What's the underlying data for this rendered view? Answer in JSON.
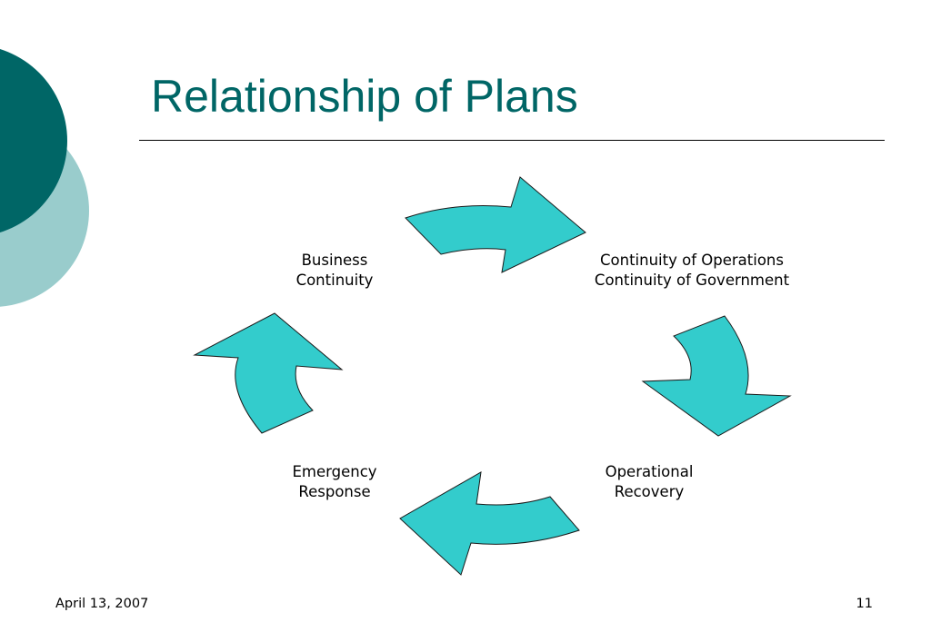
{
  "slide": {
    "title": "Relationship of Plans",
    "footer": {
      "date": "April 13, 2007",
      "page_number": "11"
    }
  },
  "diagram": {
    "type": "cycle",
    "direction": "clockwise",
    "nodes": {
      "business": {
        "line1": "Business",
        "line2": "Continuity"
      },
      "coop": {
        "line1": "Continuity of Operations",
        "line2": "Continuity of Government"
      },
      "recovery": {
        "line1": "Operational",
        "line2": "Recovery"
      },
      "emergency": {
        "line1": "Emergency",
        "line2": "Response"
      }
    },
    "edges": [
      {
        "from": "Business Continuity",
        "to": "Continuity of Operations / Continuity of Government"
      },
      {
        "from": "Continuity of Operations / Continuity of Government",
        "to": "Operational Recovery"
      },
      {
        "from": "Operational Recovery",
        "to": "Emergency Response"
      },
      {
        "from": "Emergency Response",
        "to": "Business Continuity"
      }
    ]
  },
  "colors": {
    "title": "#006666",
    "arrow_fill": "#33cccc",
    "arrow_stroke": "#1a1a1a",
    "deco_dark": "#006666",
    "deco_light": "#99cccc"
  }
}
